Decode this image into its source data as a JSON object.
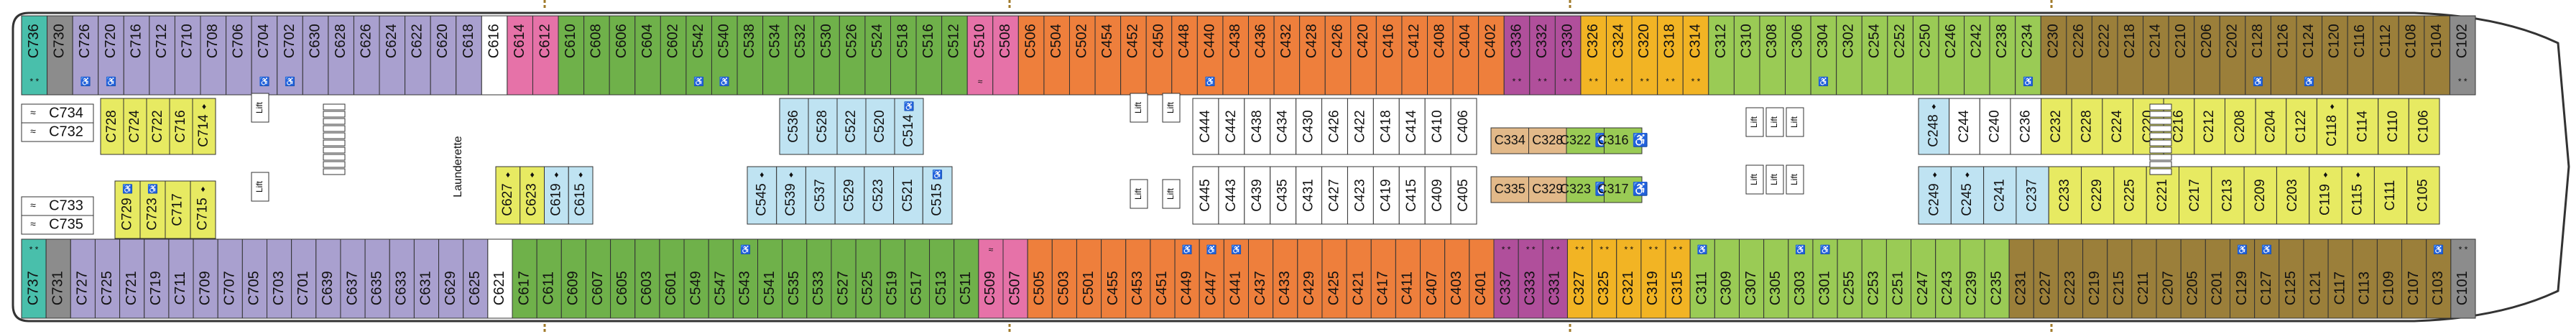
{
  "colors": {
    "purple": "#a9a0cf",
    "green": "#6fb14a",
    "orange": "#ee7f3c",
    "pink": "#e672a8",
    "magenta": "#b04f9b",
    "gold": "#f2b424",
    "lightgreen": "#9acb55",
    "olive": "#9b7f3a",
    "teal": "#49bfab",
    "lime": "#e7ea62",
    "lightblue": "#bfe3f2",
    "tan": "#e2b989",
    "grey": "#8c8c8c",
    "white": "#ffffff"
  },
  "top_row": [
    {
      "label": "C736",
      "color": "teal",
      "mark": "* *"
    },
    {
      "label": "C730",
      "color": "grey"
    },
    {
      "label": "C726",
      "color": "purple",
      "mark": "♿"
    },
    {
      "label": "C720",
      "color": "purple",
      "mark": "♿"
    },
    {
      "label": "C716",
      "color": "purple"
    },
    {
      "label": "C712",
      "color": "purple"
    },
    {
      "label": "C710",
      "color": "purple"
    },
    {
      "label": "C708",
      "color": "purple"
    },
    {
      "label": "C706",
      "color": "purple"
    },
    {
      "label": "C704",
      "color": "purple",
      "mark": "♿"
    },
    {
      "label": "C702",
      "color": "purple",
      "mark": "♿"
    },
    {
      "label": "C630",
      "color": "purple"
    },
    {
      "label": "C628",
      "color": "purple"
    },
    {
      "label": "C626",
      "color": "purple"
    },
    {
      "label": "C624",
      "color": "purple"
    },
    {
      "label": "C622",
      "color": "purple"
    },
    {
      "label": "C620",
      "color": "purple"
    },
    {
      "label": "C618",
      "color": "purple"
    },
    {
      "label": "C616",
      "color": "white"
    },
    {
      "label": "C614",
      "color": "pink"
    },
    {
      "label": "C612",
      "color": "pink"
    },
    {
      "label": "C610",
      "color": "green"
    },
    {
      "label": "C608",
      "color": "green"
    },
    {
      "label": "C606",
      "color": "green"
    },
    {
      "label": "C604",
      "color": "green"
    },
    {
      "label": "C602",
      "color": "green"
    },
    {
      "label": "C542",
      "color": "green",
      "mark": "♿"
    },
    {
      "label": "C540",
      "color": "green",
      "mark": "♿"
    },
    {
      "label": "C538",
      "color": "green"
    },
    {
      "label": "C534",
      "color": "green"
    },
    {
      "label": "C532",
      "color": "green"
    },
    {
      "label": "C530",
      "color": "green"
    },
    {
      "label": "C526",
      "color": "green"
    },
    {
      "label": "C524",
      "color": "green"
    },
    {
      "label": "C518",
      "color": "green"
    },
    {
      "label": "C516",
      "color": "green"
    },
    {
      "label": "C512",
      "color": "green"
    },
    {
      "label": "C510",
      "color": "pink",
      "mark": "≈"
    },
    {
      "label": "C508",
      "color": "pink"
    },
    {
      "label": "C506",
      "color": "orange"
    },
    {
      "label": "C504",
      "color": "orange"
    },
    {
      "label": "C502",
      "color": "orange"
    },
    {
      "label": "C454",
      "color": "orange"
    },
    {
      "label": "C452",
      "color": "orange"
    },
    {
      "label": "C450",
      "color": "orange"
    },
    {
      "label": "C448",
      "color": "orange"
    },
    {
      "label": "C440",
      "color": "orange",
      "mark": "♿"
    },
    {
      "label": "C438",
      "color": "orange"
    },
    {
      "label": "C436",
      "color": "orange"
    },
    {
      "label": "C432",
      "color": "orange"
    },
    {
      "label": "C428",
      "color": "orange"
    },
    {
      "label": "C426",
      "color": "orange"
    },
    {
      "label": "C420",
      "color": "orange"
    },
    {
      "label": "C416",
      "color": "orange"
    },
    {
      "label": "C412",
      "color": "orange"
    },
    {
      "label": "C408",
      "color": "orange"
    },
    {
      "label": "C404",
      "color": "orange"
    },
    {
      "label": "C402",
      "color": "orange"
    },
    {
      "label": "C336",
      "color": "magenta",
      "mark": "* *"
    },
    {
      "label": "C332",
      "color": "magenta",
      "mark": "* *"
    },
    {
      "label": "C330",
      "color": "magenta",
      "mark": "* *"
    },
    {
      "label": "C326",
      "color": "gold",
      "mark": "* *"
    },
    {
      "label": "C324",
      "color": "gold",
      "mark": "* *"
    },
    {
      "label": "C320",
      "color": "gold",
      "mark": "* *"
    },
    {
      "label": "C318",
      "color": "gold",
      "mark": "* *"
    },
    {
      "label": "C314",
      "color": "gold",
      "mark": "* *"
    },
    {
      "label": "C312",
      "color": "lightgreen"
    },
    {
      "label": "C310",
      "color": "lightgreen"
    },
    {
      "label": "C308",
      "color": "lightgreen"
    },
    {
      "label": "C306",
      "color": "lightgreen"
    },
    {
      "label": "C304",
      "color": "lightgreen",
      "mark": "♿"
    },
    {
      "label": "C302",
      "color": "lightgreen"
    },
    {
      "label": "C254",
      "color": "lightgreen"
    },
    {
      "label": "C252",
      "color": "lightgreen"
    },
    {
      "label": "C250",
      "color": "lightgreen"
    },
    {
      "label": "C246",
      "color": "lightgreen"
    },
    {
      "label": "C242",
      "color": "lightgreen"
    },
    {
      "label": "C238",
      "color": "lightgreen"
    },
    {
      "label": "C234",
      "color": "lightgreen",
      "mark": "♿"
    },
    {
      "label": "C230",
      "color": "olive"
    },
    {
      "label": "C226",
      "color": "olive"
    },
    {
      "label": "C222",
      "color": "olive"
    },
    {
      "label": "C218",
      "color": "olive"
    },
    {
      "label": "C214",
      "color": "olive"
    },
    {
      "label": "C210",
      "color": "olive"
    },
    {
      "label": "C206",
      "color": "olive"
    },
    {
      "label": "C202",
      "color": "olive"
    },
    {
      "label": "C128",
      "color": "olive",
      "mark": "♿"
    },
    {
      "label": "C126",
      "color": "olive"
    },
    {
      "label": "C124",
      "color": "olive",
      "mark": "♿"
    },
    {
      "label": "C120",
      "color": "olive"
    },
    {
      "label": "C116",
      "color": "olive"
    },
    {
      "label": "C112",
      "color": "olive"
    },
    {
      "label": "C108",
      "color": "olive"
    },
    {
      "label": "C104",
      "color": "olive"
    },
    {
      "label": "C102",
      "color": "grey",
      "mark": "* *"
    }
  ],
  "bottom_row": [
    {
      "label": "C737",
      "color": "teal",
      "mark": "* *"
    },
    {
      "label": "C731",
      "color": "grey"
    },
    {
      "label": "C727",
      "color": "purple"
    },
    {
      "label": "C725",
      "color": "purple"
    },
    {
      "label": "C721",
      "color": "purple"
    },
    {
      "label": "C719",
      "color": "purple"
    },
    {
      "label": "C711",
      "color": "purple"
    },
    {
      "label": "C709",
      "color": "purple"
    },
    {
      "label": "C707",
      "color": "purple"
    },
    {
      "label": "C705",
      "color": "purple"
    },
    {
      "label": "C703",
      "color": "purple"
    },
    {
      "label": "C701",
      "color": "purple"
    },
    {
      "label": "C639",
      "color": "purple"
    },
    {
      "label": "C637",
      "color": "purple"
    },
    {
      "label": "C635",
      "color": "purple"
    },
    {
      "label": "C633",
      "color": "purple"
    },
    {
      "label": "C631",
      "color": "purple"
    },
    {
      "label": "C629",
      "color": "purple"
    },
    {
      "label": "C625",
      "color": "purple"
    },
    {
      "label": "C621",
      "color": "white"
    },
    {
      "label": "C617",
      "color": "green"
    },
    {
      "label": "C611",
      "color": "green"
    },
    {
      "label": "C609",
      "color": "green"
    },
    {
      "label": "C607",
      "color": "green"
    },
    {
      "label": "C605",
      "color": "green"
    },
    {
      "label": "C603",
      "color": "green"
    },
    {
      "label": "C601",
      "color": "green"
    },
    {
      "label": "C549",
      "color": "green"
    },
    {
      "label": "C547",
      "color": "green"
    },
    {
      "label": "C543",
      "color": "green",
      "mark": "♿"
    },
    {
      "label": "C541",
      "color": "green"
    },
    {
      "label": "C535",
      "color": "green"
    },
    {
      "label": "C533",
      "color": "green"
    },
    {
      "label": "C527",
      "color": "green"
    },
    {
      "label": "C525",
      "color": "green"
    },
    {
      "label": "C519",
      "color": "green"
    },
    {
      "label": "C517",
      "color": "green"
    },
    {
      "label": "C513",
      "color": "green"
    },
    {
      "label": "C511",
      "color": "green"
    },
    {
      "label": "C509",
      "color": "pink",
      "mark": "≈"
    },
    {
      "label": "C507",
      "color": "pink"
    },
    {
      "label": "C505",
      "color": "orange"
    },
    {
      "label": "C503",
      "color": "orange"
    },
    {
      "label": "C501",
      "color": "orange"
    },
    {
      "label": "C455",
      "color": "orange"
    },
    {
      "label": "C453",
      "color": "orange"
    },
    {
      "label": "C451",
      "color": "orange"
    },
    {
      "label": "C449",
      "color": "orange",
      "mark": "♿"
    },
    {
      "label": "C447",
      "color": "orange",
      "mark": "♿"
    },
    {
      "label": "C441",
      "color": "orange",
      "mark": "♿"
    },
    {
      "label": "C437",
      "color": "orange"
    },
    {
      "label": "C433",
      "color": "orange"
    },
    {
      "label": "C429",
      "color": "orange"
    },
    {
      "label": "C425",
      "color": "orange"
    },
    {
      "label": "C421",
      "color": "orange"
    },
    {
      "label": "C417",
      "color": "orange"
    },
    {
      "label": "C411",
      "color": "orange"
    },
    {
      "label": "C407",
      "color": "orange"
    },
    {
      "label": "C403",
      "color": "orange"
    },
    {
      "label": "C401",
      "color": "orange"
    },
    {
      "label": "C337",
      "color": "magenta",
      "mark": "* *"
    },
    {
      "label": "C333",
      "color": "magenta",
      "mark": "* *"
    },
    {
      "label": "C331",
      "color": "magenta",
      "mark": "* *"
    },
    {
      "label": "C327",
      "color": "gold",
      "mark": "* *"
    },
    {
      "label": "C325",
      "color": "gold",
      "mark": "* *"
    },
    {
      "label": "C321",
      "color": "gold",
      "mark": "* *"
    },
    {
      "label": "C319",
      "color": "gold",
      "mark": "* *"
    },
    {
      "label": "C315",
      "color": "gold",
      "mark": "* *"
    },
    {
      "label": "C311",
      "color": "lightgreen",
      "mark": "♿"
    },
    {
      "label": "C309",
      "color": "lightgreen"
    },
    {
      "label": "C307",
      "color": "lightgreen"
    },
    {
      "label": "C305",
      "color": "lightgreen"
    },
    {
      "label": "C303",
      "color": "lightgreen",
      "mark": "♿"
    },
    {
      "label": "C301",
      "color": "lightgreen",
      "mark": "♿"
    },
    {
      "label": "C255",
      "color": "lightgreen"
    },
    {
      "label": "C253",
      "color": "lightgreen"
    },
    {
      "label": "C251",
      "color": "lightgreen"
    },
    {
      "label": "C247",
      "color": "lightgreen"
    },
    {
      "label": "C243",
      "color": "lightgreen"
    },
    {
      "label": "C239",
      "color": "lightgreen"
    },
    {
      "label": "C235",
      "color": "lightgreen"
    },
    {
      "label": "C231",
      "color": "olive"
    },
    {
      "label": "C227",
      "color": "olive"
    },
    {
      "label": "C223",
      "color": "olive"
    },
    {
      "label": "C219",
      "color": "olive"
    },
    {
      "label": "C215",
      "color": "olive"
    },
    {
      "label": "C211",
      "color": "olive"
    },
    {
      "label": "C207",
      "color": "olive"
    },
    {
      "label": "C205",
      "color": "olive"
    },
    {
      "label": "C201",
      "color": "olive"
    },
    {
      "label": "C129",
      "color": "olive",
      "mark": "♿"
    },
    {
      "label": "C127",
      "color": "olive",
      "mark": "♿"
    },
    {
      "label": "C125",
      "color": "olive"
    },
    {
      "label": "C121",
      "color": "olive"
    },
    {
      "label": "C117",
      "color": "olive"
    },
    {
      "label": "C113",
      "color": "olive"
    },
    {
      "label": "C109",
      "color": "olive"
    },
    {
      "label": "C107",
      "color": "olive"
    },
    {
      "label": "C103",
      "color": "olive",
      "mark": "♿"
    },
    {
      "label": "C101",
      "color": "grey",
      "mark": "* *"
    }
  ],
  "left_side": [
    {
      "label": "C734",
      "icon": "≈"
    },
    {
      "label": "C732",
      "icon": "≈"
    },
    {
      "label": "C733",
      "icon": "≈"
    },
    {
      "label": "C735",
      "icon": "≈"
    }
  ],
  "inner_top_aft": [
    {
      "label": "C728",
      "color": "lime"
    },
    {
      "label": "C724",
      "color": "lime"
    },
    {
      "label": "C722",
      "color": "lime"
    },
    {
      "label": "C716",
      "color": "lime"
    },
    {
      "label": "C714",
      "color": "lime",
      "mark": "♦"
    }
  ],
  "inner_bottom_aft": [
    {
      "label": "C729",
      "color": "lime",
      "mark": "♿"
    },
    {
      "label": "C723",
      "color": "lime",
      "mark": "♿"
    },
    {
      "label": "C717",
      "color": "lime"
    },
    {
      "label": "C715",
      "color": "lime",
      "mark": "♦"
    }
  ],
  "inner_bottom_mid": [
    {
      "label": "C627",
      "color": "lime",
      "mark": "♦"
    },
    {
      "label": "C623",
      "color": "lime",
      "mark": "♦"
    },
    {
      "label": "C619",
      "color": "lightblue",
      "mark": "♦"
    },
    {
      "label": "C615",
      "color": "lightblue",
      "mark": "♦"
    }
  ],
  "inner_top_center": [
    {
      "label": "C536",
      "color": "lightblue"
    },
    {
      "label": "C528",
      "color": "lightblue"
    },
    {
      "label": "C522",
      "color": "lightblue"
    },
    {
      "label": "C520",
      "color": "lightblue"
    },
    {
      "label": "C514",
      "color": "lightblue",
      "mark": "♿"
    }
  ],
  "inner_bottom_center": [
    {
      "label": "C545",
      "color": "lightblue",
      "mark": "♦"
    },
    {
      "label": "C539",
      "color": "lightblue",
      "mark": "♦"
    },
    {
      "label": "C537",
      "color": "lightblue"
    },
    {
      "label": "C529",
      "color": "lightblue"
    },
    {
      "label": "C523",
      "color": "lightblue"
    },
    {
      "label": "C521",
      "color": "lightblue"
    },
    {
      "label": "C515",
      "color": "lightblue",
      "mark": "♿"
    }
  ],
  "inner_top_fwd": [
    {
      "label": "C444"
    },
    {
      "label": "C442"
    },
    {
      "label": "C438"
    },
    {
      "label": "C434"
    },
    {
      "label": "C430"
    },
    {
      "label": "C426"
    },
    {
      "label": "C422"
    },
    {
      "label": "C418"
    },
    {
      "label": "C414"
    },
    {
      "label": "C410"
    },
    {
      "label": "C406"
    }
  ],
  "inner_bottom_fwd": [
    {
      "label": "C445"
    },
    {
      "label": "C443"
    },
    {
      "label": "C439"
    },
    {
      "label": "C435"
    },
    {
      "label": "C431"
    },
    {
      "label": "C427"
    },
    {
      "label": "C423"
    },
    {
      "label": "C419"
    },
    {
      "label": "C415"
    },
    {
      "label": "C409"
    },
    {
      "label": "C405"
    }
  ],
  "inner_tan_top": [
    {
      "label": "C334",
      "color": "tan"
    },
    {
      "label": "C328",
      "color": "tan"
    },
    {
      "label": "C322",
      "color": "lightgreen",
      "mark": "♿"
    },
    {
      "label": "C316",
      "color": "lightgreen",
      "mark": "♿"
    }
  ],
  "inner_tan_bottom": [
    {
      "label": "C335",
      "color": "tan"
    },
    {
      "label": "C329",
      "color": "tan"
    },
    {
      "label": "C323",
      "color": "lightgreen",
      "mark": "♿"
    },
    {
      "label": "C317",
      "color": "lightgreen",
      "mark": "♿"
    }
  ],
  "inner_top_bow": [
    {
      "label": "C248",
      "color": "lightblue",
      "mark": "♦"
    },
    {
      "label": "C244",
      "color": "white"
    },
    {
      "label": "C240",
      "color": "white"
    },
    {
      "label": "C236",
      "color": "white"
    },
    {
      "label": "C232",
      "color": "lime"
    },
    {
      "label": "C228",
      "color": "lime"
    },
    {
      "label": "C224",
      "color": "lime"
    },
    {
      "label": "C220",
      "color": "lime"
    },
    {
      "label": "C216",
      "color": "lime"
    },
    {
      "label": "C212",
      "color": "lime"
    },
    {
      "label": "C208",
      "color": "lime"
    },
    {
      "label": "C204",
      "color": "lime"
    },
    {
      "label": "C122",
      "color": "lime"
    },
    {
      "label": "C118",
      "color": "lime",
      "mark": "♦"
    },
    {
      "label": "C114",
      "color": "lime"
    },
    {
      "label": "C110",
      "color": "lime"
    },
    {
      "label": "C106",
      "color": "lime"
    }
  ],
  "inner_bottom_bow": [
    {
      "label": "C249",
      "color": "lightblue",
      "mark": "♦"
    },
    {
      "label": "C245",
      "color": "lightblue",
      "mark": "♦"
    },
    {
      "label": "C241",
      "color": "lightblue"
    },
    {
      "label": "C237",
      "color": "lightblue"
    },
    {
      "label": "C233",
      "color": "lime"
    },
    {
      "label": "C229",
      "color": "lime"
    },
    {
      "label": "C225",
      "color": "lime"
    },
    {
      "label": "C221",
      "color": "lime"
    },
    {
      "label": "C217",
      "color": "lime"
    },
    {
      "label": "C213",
      "color": "lime"
    },
    {
      "label": "C209",
      "color": "lime"
    },
    {
      "label": "C203",
      "color": "lime"
    },
    {
      "label": "C119",
      "color": "lime",
      "mark": "♦"
    },
    {
      "label": "C115",
      "color": "lime",
      "mark": "♦"
    },
    {
      "label": "C111",
      "color": "lime"
    },
    {
      "label": "C105",
      "color": "lime"
    }
  ],
  "facilities": {
    "launderette": "Launderette",
    "lift": "Lift"
  }
}
